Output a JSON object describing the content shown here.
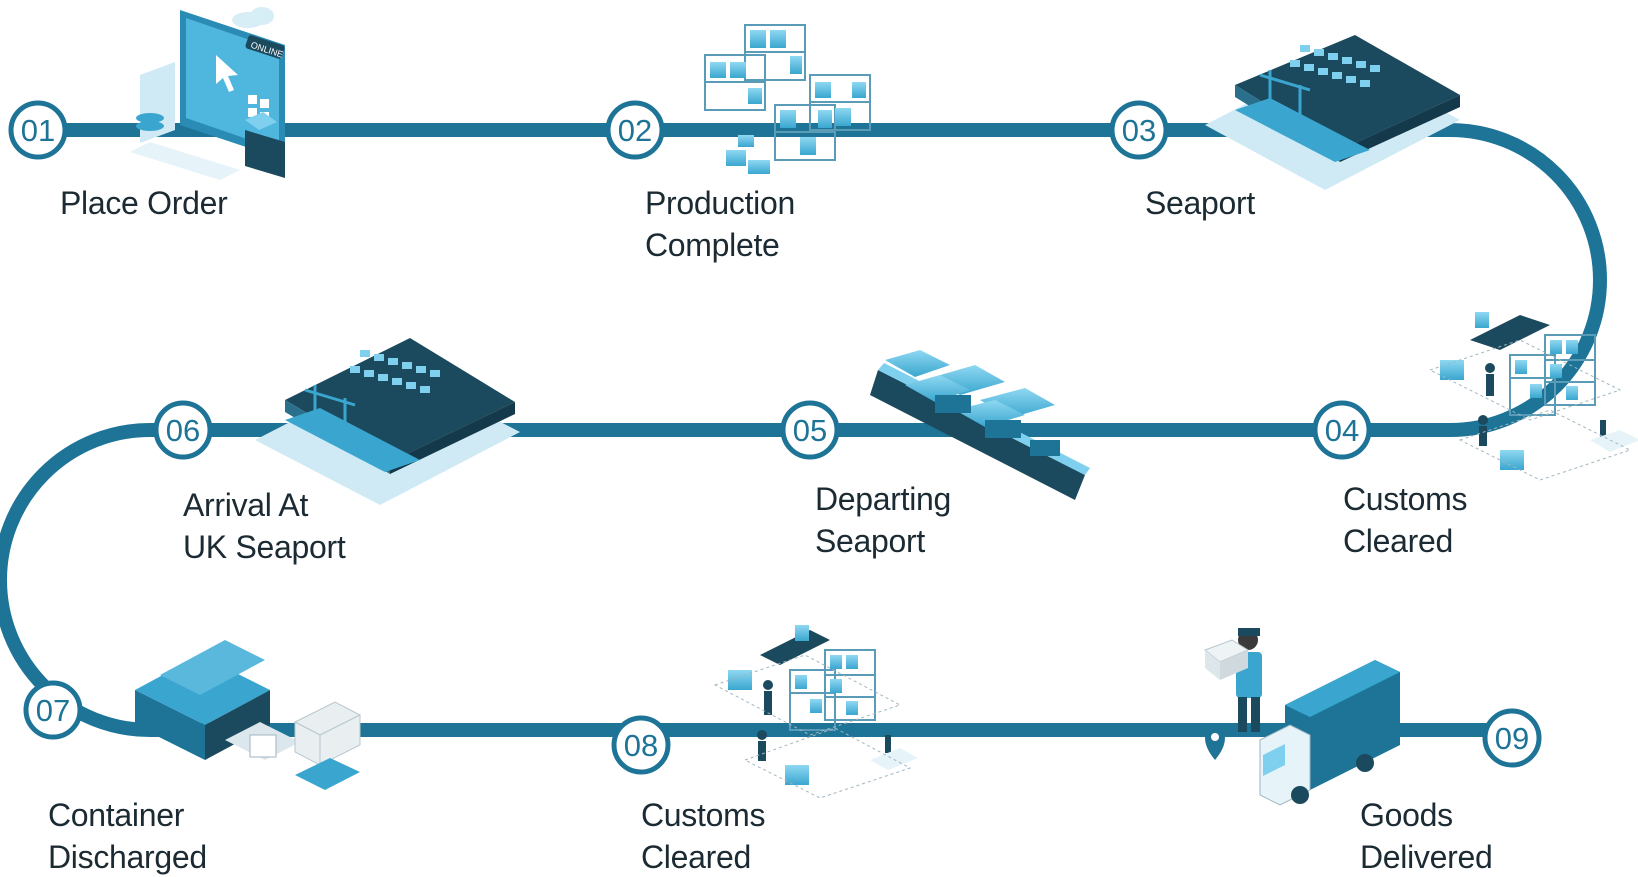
{
  "colors": {
    "track": "#1e7497",
    "node_fill": "#ffffff",
    "accent_light": "#7fd0ef",
    "accent_mid": "#3aa6cf",
    "dark": "#1b4a5e",
    "text": "#1c2b33"
  },
  "steps": [
    {
      "number": "01",
      "label_lines": [
        "Place Order"
      ],
      "icon": "online-order-icon"
    },
    {
      "number": "02",
      "label_lines": [
        "Production",
        "Complete"
      ],
      "icon": "warehouse-shelves-icon"
    },
    {
      "number": "03",
      "label_lines": [
        "Seaport"
      ],
      "icon": "seaport-icon"
    },
    {
      "number": "04",
      "label_lines": [
        "Customs",
        "Cleared"
      ],
      "icon": "customs-warehouse-icon"
    },
    {
      "number": "05",
      "label_lines": [
        "Departing",
        "Seaport"
      ],
      "icon": "cargo-ship-icon"
    },
    {
      "number": "06",
      "label_lines": [
        "Arrival At",
        "UK Seaport"
      ],
      "icon": "uk-seaport-icon"
    },
    {
      "number": "07",
      "label_lines": [
        "Container",
        "Discharged"
      ],
      "icon": "containers-forklift-icon"
    },
    {
      "number": "08",
      "label_lines": [
        "Customs",
        "Cleared"
      ],
      "icon": "customs-warehouse-icon"
    },
    {
      "number": "09",
      "label_lines": [
        "Goods",
        "Delivered"
      ],
      "icon": "delivery-truck-icon"
    }
  ],
  "illustration_text": {
    "online_badge": "ONLINE"
  }
}
